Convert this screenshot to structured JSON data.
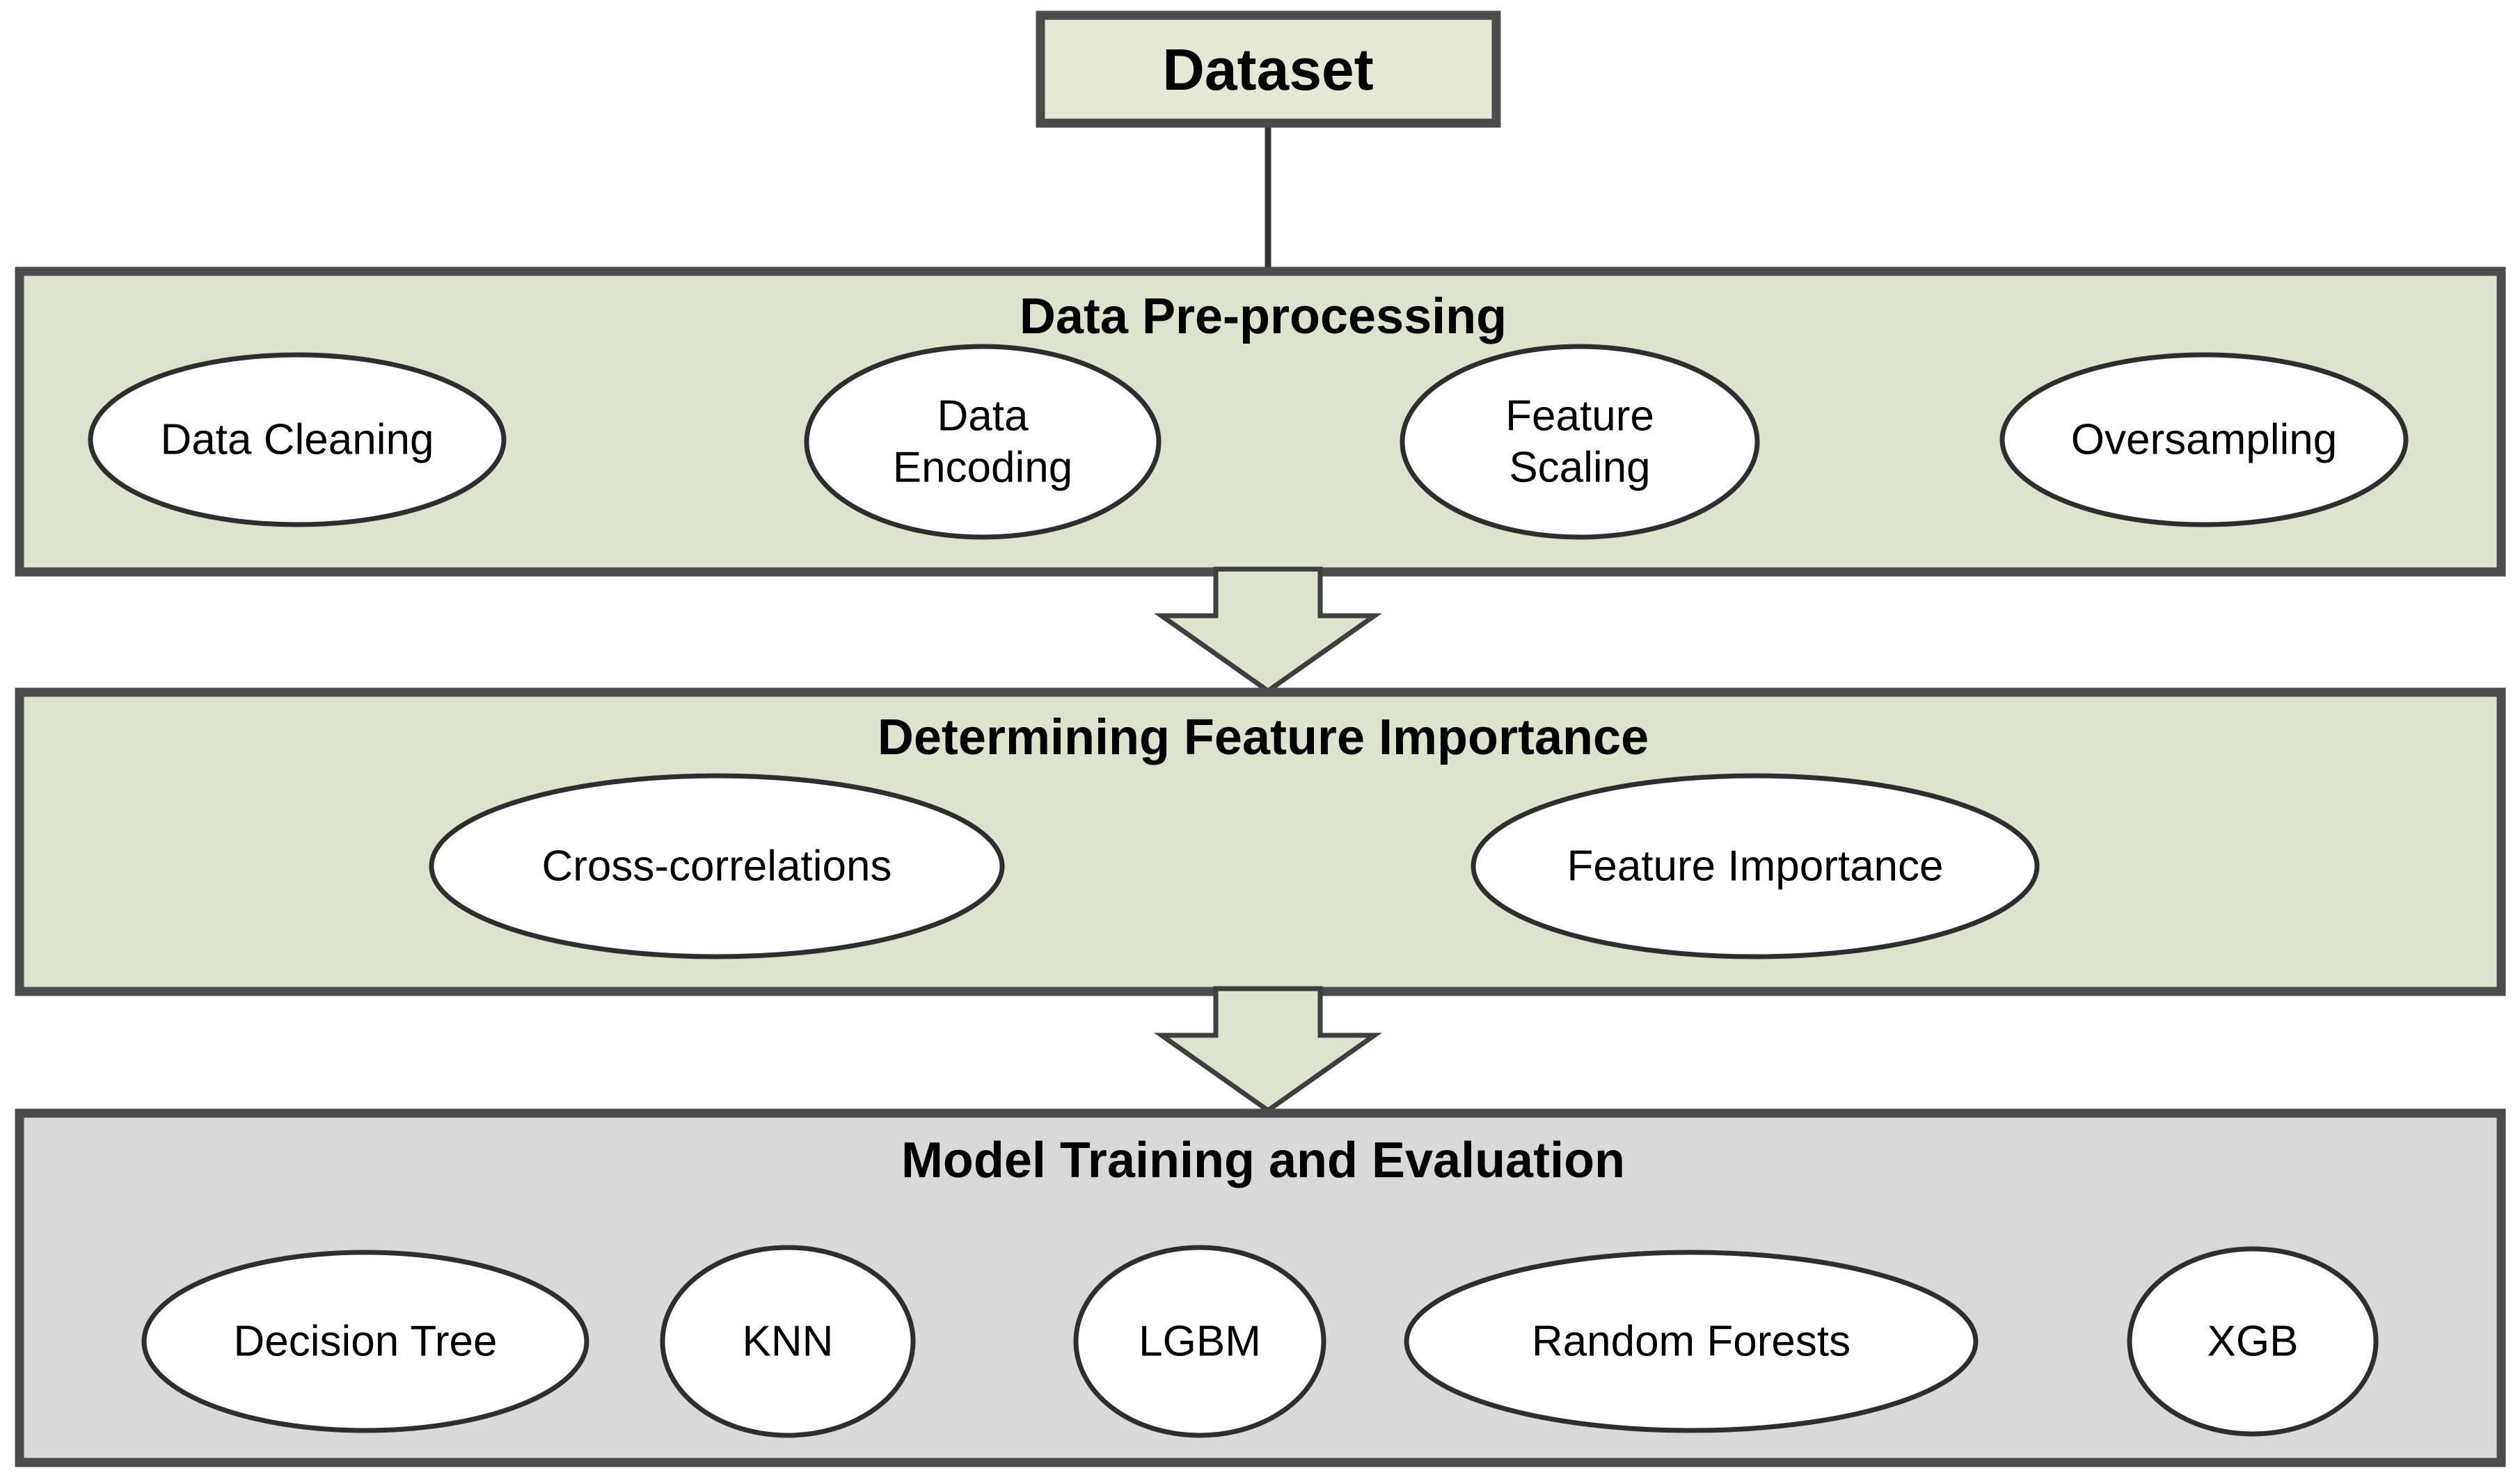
{
  "colors": {
    "background": "#ffffff",
    "band_green": "#dde3cd",
    "band_gray": "#d9d9d9",
    "dataset_box": "#e5e8d5",
    "node_fill": "#ffffff",
    "border_dark": "#4b4b4b",
    "text": "#000000"
  },
  "dataset": {
    "label": "Dataset"
  },
  "stages": [
    {
      "title": "Data Pre-processing",
      "items": [
        {
          "lines": [
            "Data Cleaning"
          ]
        },
        {
          "lines": [
            "Data",
            "Encoding"
          ]
        },
        {
          "lines": [
            "Feature",
            "Scaling"
          ]
        },
        {
          "lines": [
            "Oversampling"
          ]
        }
      ]
    },
    {
      "title": "Determining Feature Importance",
      "items": [
        {
          "lines": [
            "Cross-correlations"
          ]
        },
        {
          "lines": [
            "Feature Importance"
          ]
        }
      ]
    },
    {
      "title": "Model Training and Evaluation",
      "items": [
        {
          "lines": [
            "Decision Tree"
          ]
        },
        {
          "lines": [
            "KNN"
          ]
        },
        {
          "lines": [
            "LGBM"
          ]
        },
        {
          "lines": [
            "Random Forests"
          ]
        },
        {
          "lines": [
            "XGB"
          ]
        }
      ]
    }
  ]
}
